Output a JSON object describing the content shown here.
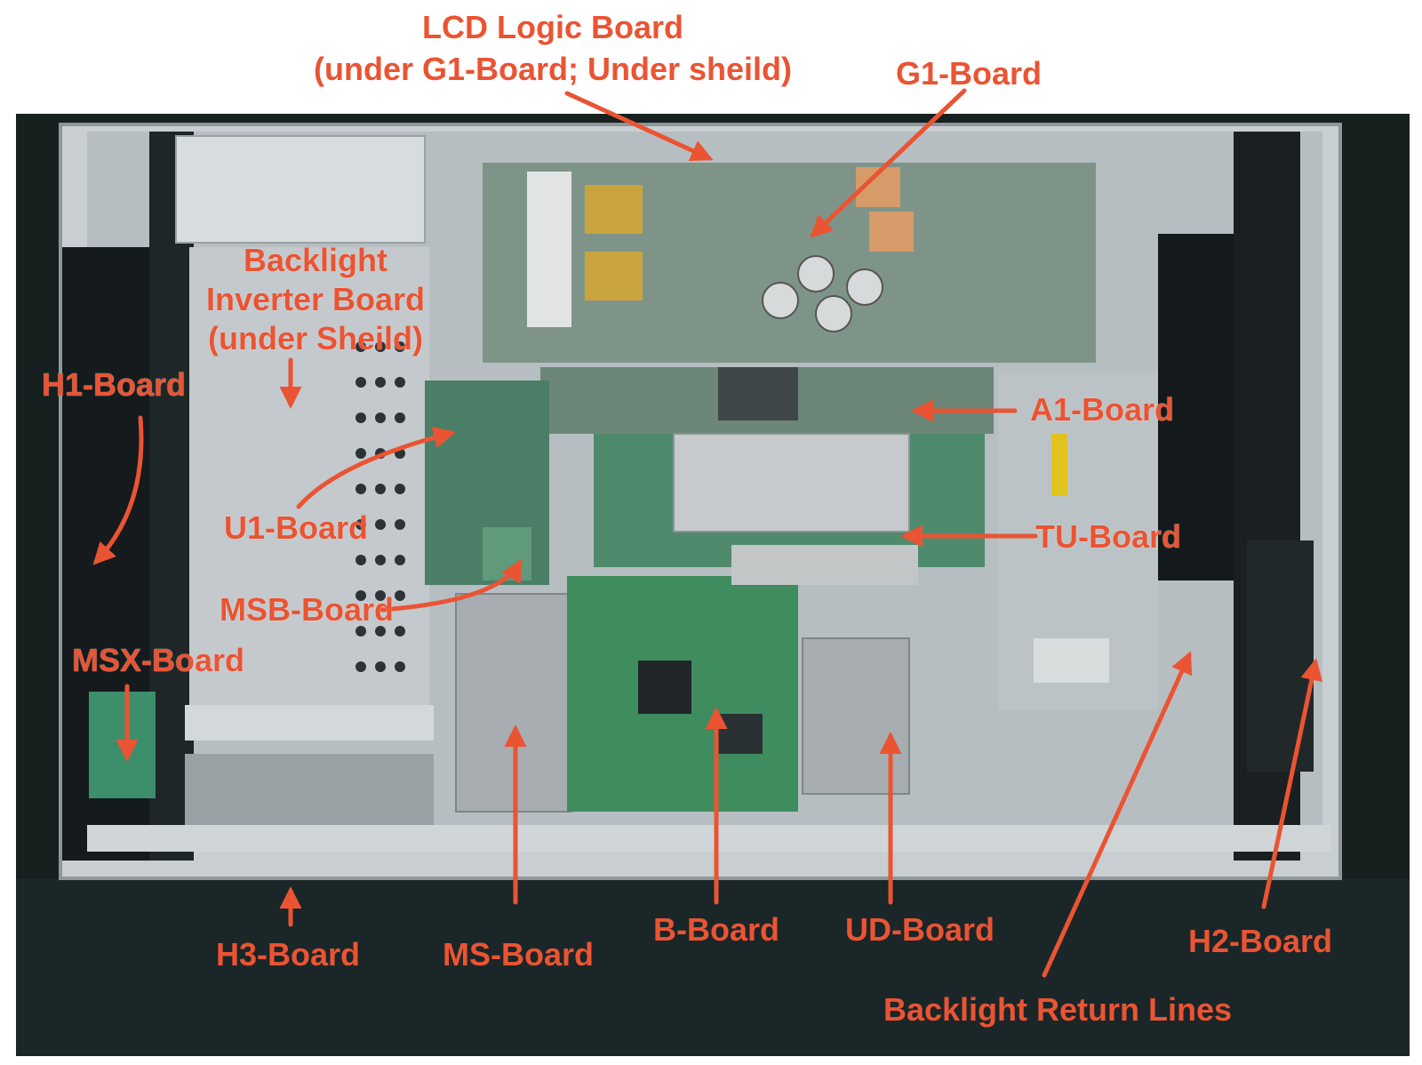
{
  "figure": {
    "colors": {
      "annotation": "#ea5433",
      "background": "#ffffff",
      "chassis": "#c7cdd0",
      "pcb_green": "#4f8a6c",
      "dark_panel": "#151a1c"
    }
  },
  "labels": {
    "lcd_logic_line1": "LCD Logic Board",
    "lcd_logic_line2": "(under G1-Board; Under sheild)",
    "g1_board": "G1-Board",
    "backlight_line1": "Backlight",
    "backlight_line2": "Inverter Board",
    "backlight_line3": "(under Sheild)",
    "h1_board": "H1-Board",
    "a1_board": "A1-Board",
    "u1_board": "U1-Board",
    "tu_board": "TU-Board",
    "msb_board": "MSB-Board",
    "msx_board": "MSX-Board",
    "h3_board": "H3-Board",
    "ms_board": "MS-Board",
    "b_board": "B-Board",
    "ud_board": "UD-Board",
    "h2_board": "H2-Board",
    "backlight_return": "Backlight Return Lines"
  }
}
